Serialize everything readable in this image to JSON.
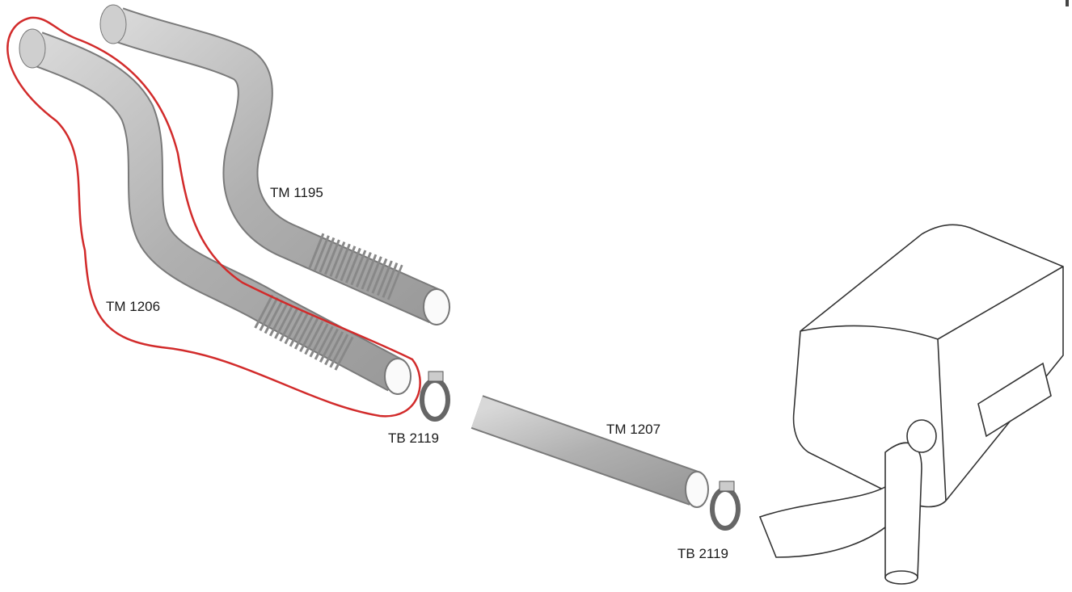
{
  "diagram": {
    "parts": [
      {
        "code": "TM 1195",
        "kind": "pipe"
      },
      {
        "code": "TM 1206",
        "kind": "pipe",
        "highlighted": true
      },
      {
        "code": "TB 2119",
        "kind": "clamp"
      },
      {
        "code": "TM 1207",
        "kind": "pipe"
      },
      {
        "code": "TB 2119",
        "kind": "clamp"
      }
    ],
    "colors": {
      "pipe": "#b8b8b8",
      "pipe_edge": "#7a7a7a",
      "highlight": "#d22b2b",
      "muffler": "#333333"
    }
  }
}
